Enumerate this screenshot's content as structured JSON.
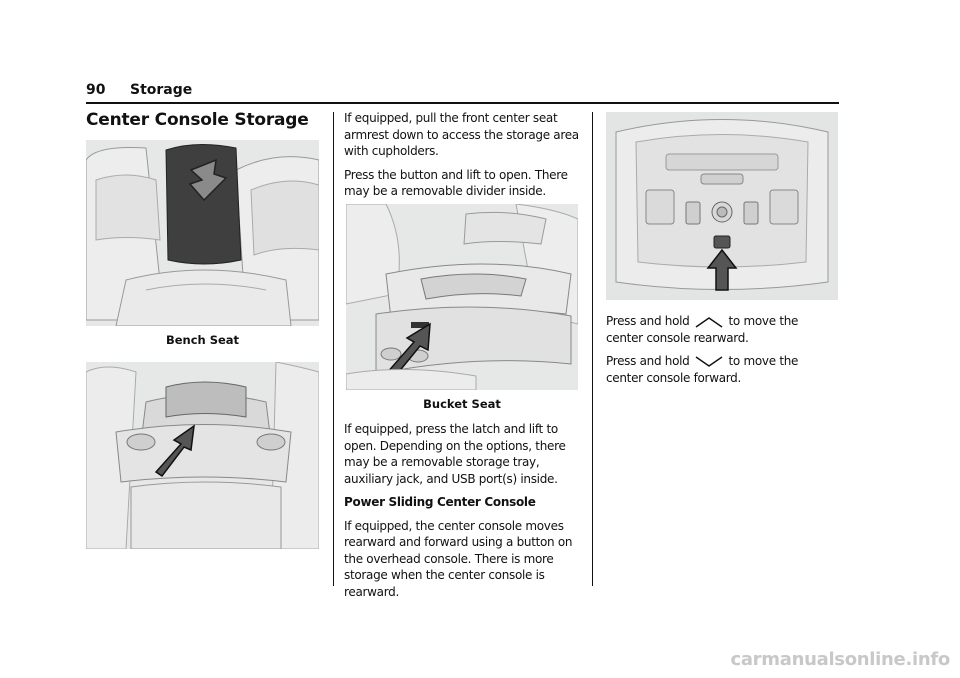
{
  "header": {
    "page_number": "90",
    "section": "Storage"
  },
  "title": "Center Console Storage",
  "figures": {
    "bench_caption": "Bench Seat",
    "bucket_caption": "Bucket Seat"
  },
  "column2": {
    "p1": "If equipped, pull the front center seat armrest down to access the storage area with cupholders.",
    "p2": "Press the button and lift to open. There may be a removable divider inside.",
    "p3": "If equipped, press the latch and lift to open. Depending on the options, there may be a removable storage tray, auxiliary jack, and USB port(s) inside.",
    "heading": "Power Sliding Center Console",
    "p4": "If equipped, the center console moves rearward and forward using a button on the overhead console. There is more storage when the center console is rearward."
  },
  "column3": {
    "p1_prefix": "Press and hold",
    "p1_suffix": "to move the center console rearward.",
    "p2_prefix": "Press and hold",
    "p2_suffix": "to move the center console forward."
  },
  "watermark": "carmanualsonline.info"
}
